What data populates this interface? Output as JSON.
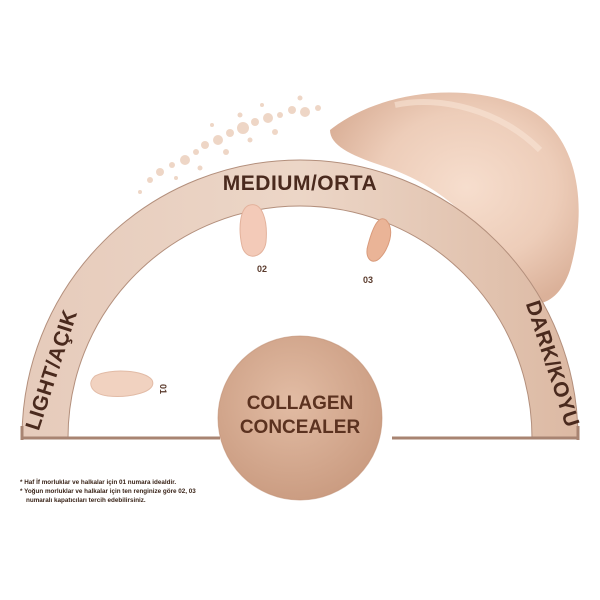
{
  "labels": {
    "medium": "MEDIUM/ORTA",
    "light": "LIGHT/AÇIK",
    "dark": "DARK/KOYU"
  },
  "swatches": [
    {
      "number": "01",
      "color": "#f1d2c0"
    },
    {
      "number": "02",
      "color": "#f3cab8"
    },
    {
      "number": "03",
      "color": "#eab497"
    }
  ],
  "center": {
    "line1": "COLLAGEN",
    "line2": "CONCEALER"
  },
  "notes": {
    "line1": "* Haf İf morluklar ve halkalar için 01 numara idealdir.",
    "line2": "* Yoğun morluklar ve halkalar için ten renginize göre 02, 03",
    "line3": "numaralı kapatıcıları tercih edebilirsiniz."
  },
  "colors": {
    "arc": "#e4c8b6",
    "arc_edge": "#a88472",
    "circle": "#d7ae94",
    "text": "#4a2a1e"
  }
}
